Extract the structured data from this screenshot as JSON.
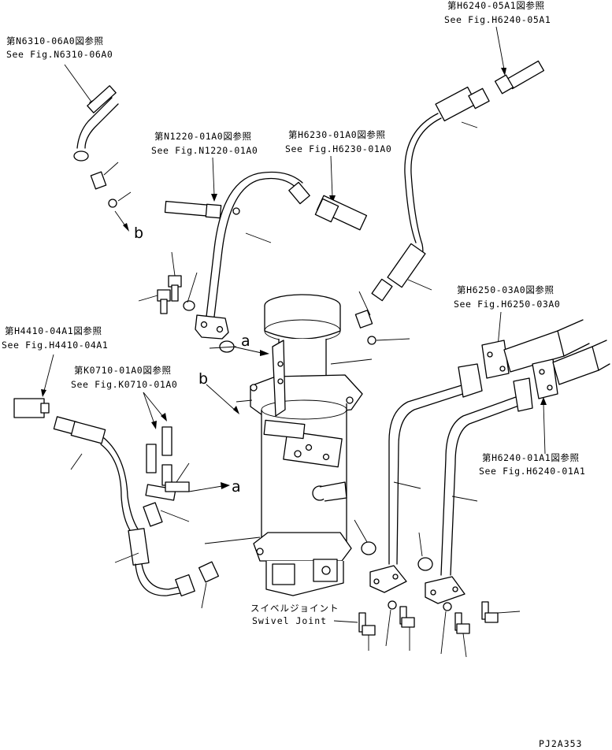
{
  "refs": {
    "n6310": {
      "jp": "第N6310-06A0図参照",
      "en": "See Fig.N6310-06A0"
    },
    "h6240_05": {
      "jp": "第H6240-05A1図参照",
      "en": "See Fig.H6240-05A1"
    },
    "n1220": {
      "jp": "第N1220-01A0図参照",
      "en": "See Fig.N1220-01A0"
    },
    "h6230": {
      "jp": "第H6230-01A0図参照",
      "en": "See Fig.H6230-01A0"
    },
    "h6250": {
      "jp": "第H6250-03A0図参照",
      "en": "See Fig.H6250-03A0"
    },
    "h4410": {
      "jp": "第H4410-04A1図参照",
      "en": "See Fig.H4410-04A1"
    },
    "k0710": {
      "jp": "第K0710-01A0図参照",
      "en": "See Fig.K0710-01A0"
    },
    "h6240_01": {
      "jp": "第H6240-01A1図参照",
      "en": "See Fig.H6240-01A1"
    }
  },
  "markers": {
    "a": "a",
    "b": "b"
  },
  "swivel": {
    "jp": "スイベルジョイント",
    "en": "Swivel Joint"
  },
  "drawing_code": "PJ2A353"
}
